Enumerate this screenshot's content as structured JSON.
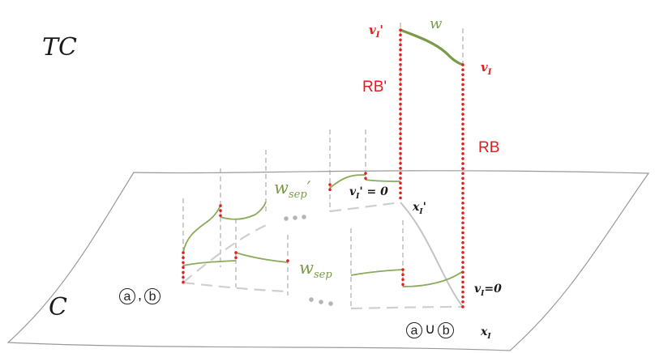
{
  "labels": {
    "tc": "TC",
    "c": "C",
    "w": "w",
    "v_i_prime_top": "vI'",
    "v_i_top": "vI",
    "rb_prime": "RB'",
    "rb": "RB",
    "w_sep_prime": "wsep'",
    "v_i_prime_zero": "vI' = 0",
    "x_i_prime": "xI'",
    "w_sep": "wsep",
    "v_i_zero": "vI=0",
    "x_i": "xI",
    "region_a": "a",
    "region_b": "b",
    "comma": ",",
    "union": "∪"
  },
  "colors": {
    "red": "#e31c1c",
    "green": "#7a9a47",
    "gray": "#bdbdbd",
    "dash": "#a8a8a8"
  }
}
